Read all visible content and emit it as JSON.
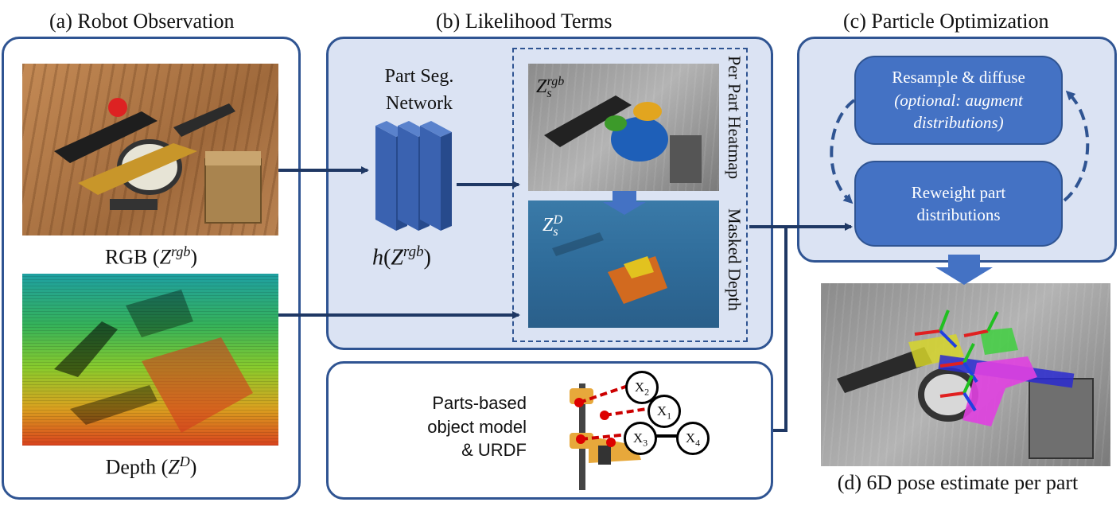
{
  "panels": {
    "a_title": "(a) Robot Observation",
    "b_title": "(b) Likelihood Terms",
    "c_title": "(c) Particle Optimization",
    "d_caption": "(d) 6D pose estimate per part"
  },
  "observation": {
    "rgb_caption_text": "RGB (",
    "rgb_caption_math": "Z",
    "rgb_caption_sup": "rgb",
    "rgb_caption_end": ")",
    "depth_caption_text": "Depth (",
    "depth_caption_math": "Z",
    "depth_caption_sup": "D",
    "depth_caption_end": ")"
  },
  "likelihood": {
    "network_line1": "Part Seg.",
    "network_line2": "Network",
    "func_h": "h",
    "func_z": "Z",
    "func_sup": "rgb",
    "heatmap_label": "Per Part Heatmap",
    "masked_label": "Masked Depth",
    "heat_img_math": "Z",
    "heat_img_sub": "s",
    "heat_img_sup": "rgb",
    "mask_img_math": "Z",
    "mask_img_sub": "s",
    "mask_img_sup": "D"
  },
  "model": {
    "line1": "Parts-based",
    "line2": "object model",
    "line3": "& URDF",
    "nodes": [
      "X",
      "X",
      "X",
      "X"
    ],
    "node_subs": [
      "2",
      "1",
      "3",
      "4"
    ]
  },
  "optimization": {
    "resample_line1": "Resample & diffuse",
    "resample_line2": "(optional: augment",
    "resample_line3": "distributions)",
    "reweight_line1": "Reweight part",
    "reweight_line2": "distributions"
  },
  "colors": {
    "border": "#2f5492",
    "panel_fill": "#dbe3f3",
    "node_fill": "#4472c4",
    "arrow": "#1f3864"
  }
}
